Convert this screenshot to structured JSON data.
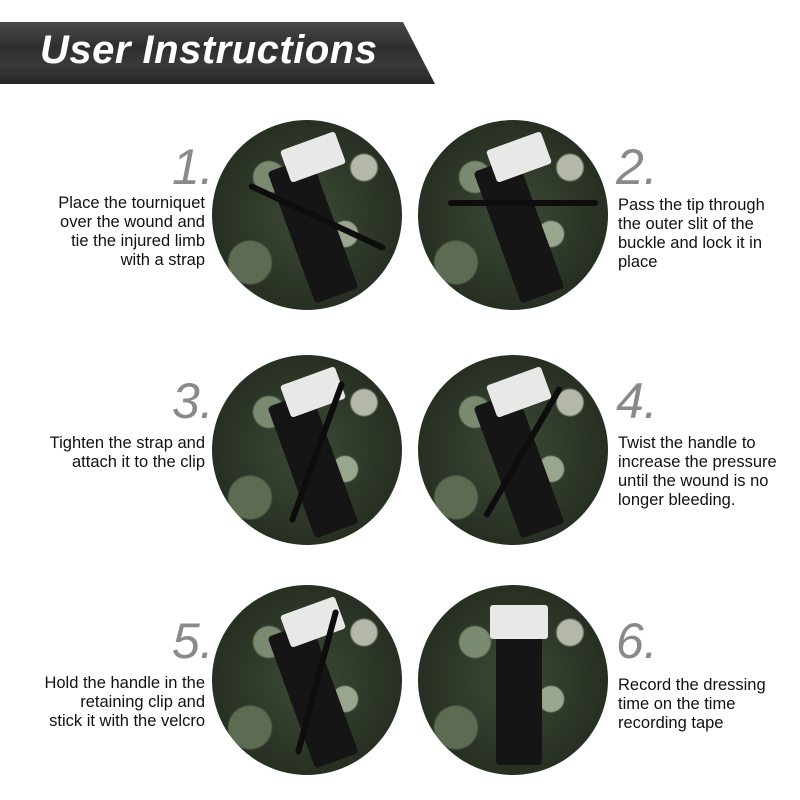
{
  "header": {
    "title": "User Instructions"
  },
  "steps": [
    {
      "number": "1.",
      "lines": [
        "Place the tourniquet",
        "over the wound and",
        "tie the injured limb",
        "with  a strap"
      ]
    },
    {
      "number": "2.",
      "lines": [
        "Pass the tip through",
        "the outer slit of the",
        "buckle and lock it in",
        "place"
      ]
    },
    {
      "number": "3.",
      "lines": [
        "Tighten the strap and",
        "attach it to the clip"
      ]
    },
    {
      "number": "4.",
      "lines": [
        "Twist the handle to",
        "increase the pressure",
        "until the wound is no",
        "longer bleeding."
      ]
    },
    {
      "number": "5.",
      "lines": [
        "Hold the handle in the",
        "retaining clip and",
        "stick it with the velcro"
      ]
    },
    {
      "number": "6.",
      "lines": [
        "Record the dressing",
        "time on the time",
        "recording tape"
      ]
    }
  ]
}
